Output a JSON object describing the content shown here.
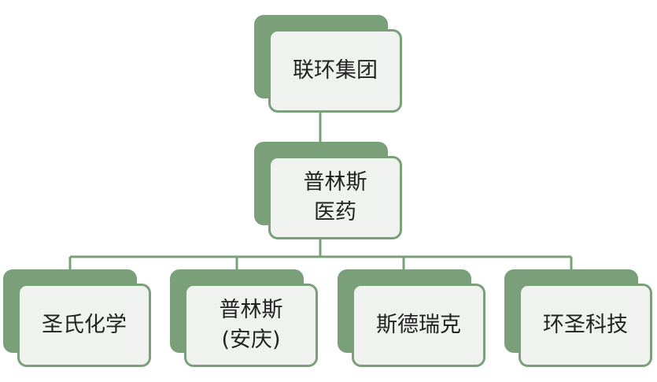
{
  "diagram": {
    "colors": {
      "accent": "#7aa07a",
      "card_fill": "#f0f2f0",
      "text": "#222222"
    },
    "root": {
      "label": "联环集团"
    },
    "middle": {
      "label": "普林斯\n医药"
    },
    "children": [
      {
        "label": "圣氏化学"
      },
      {
        "label": "普林斯\n(安庆)"
      },
      {
        "label": "斯德瑞克"
      },
      {
        "label": "环圣科技"
      }
    ]
  }
}
